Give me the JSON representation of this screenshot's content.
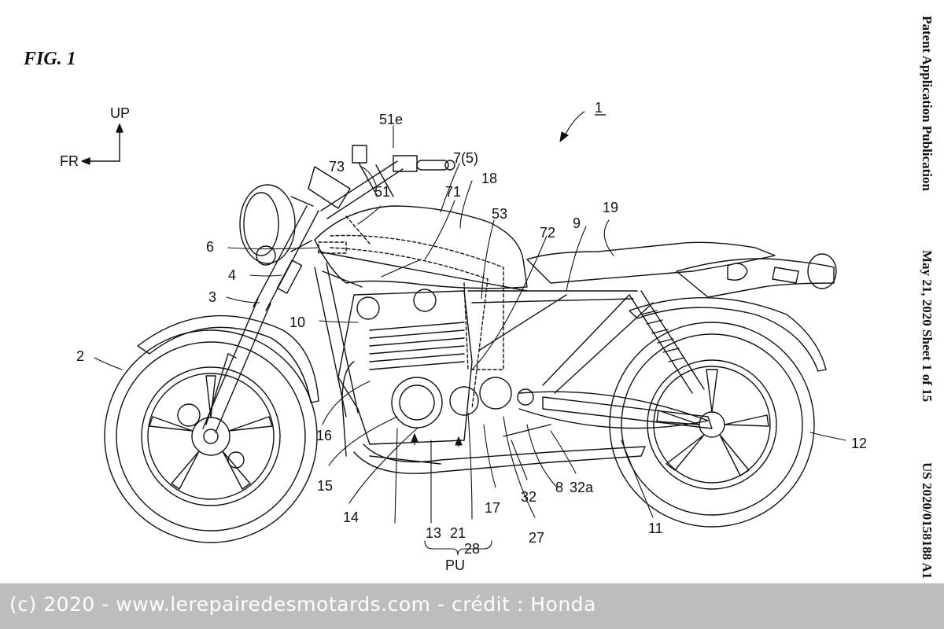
{
  "figure": {
    "title": "FIG. 1"
  },
  "margin": {
    "publication": "Patent Application Publication",
    "date_sheet": "May 21, 2020  Sheet 1 of 15",
    "number": "US 2020/0158188 A1"
  },
  "orientation": {
    "up": "UP",
    "front": "FR"
  },
  "labels": {
    "l1": "1",
    "l2": "2",
    "l3": "3",
    "l4": "4",
    "l6": "6",
    "l7": "7(5)",
    "l8": "8",
    "l9": "9",
    "l10": "10",
    "l11": "11",
    "l12": "12",
    "l13": "13",
    "l14": "14",
    "l15": "15",
    "l16": "16",
    "l17": "17",
    "l18": "18",
    "l19": "19",
    "l21": "21",
    "l27": "27",
    "l28": "28",
    "l32": "32",
    "l32a": "32a",
    "l51": "51",
    "l51e": "51e",
    "l53": "53",
    "l71": "71",
    "l72": "72",
    "l73": "73",
    "pu": "PU"
  },
  "footer": {
    "credit": "(c) 2020 - www.lerepairedesmotards.com  - crédit : Honda"
  }
}
